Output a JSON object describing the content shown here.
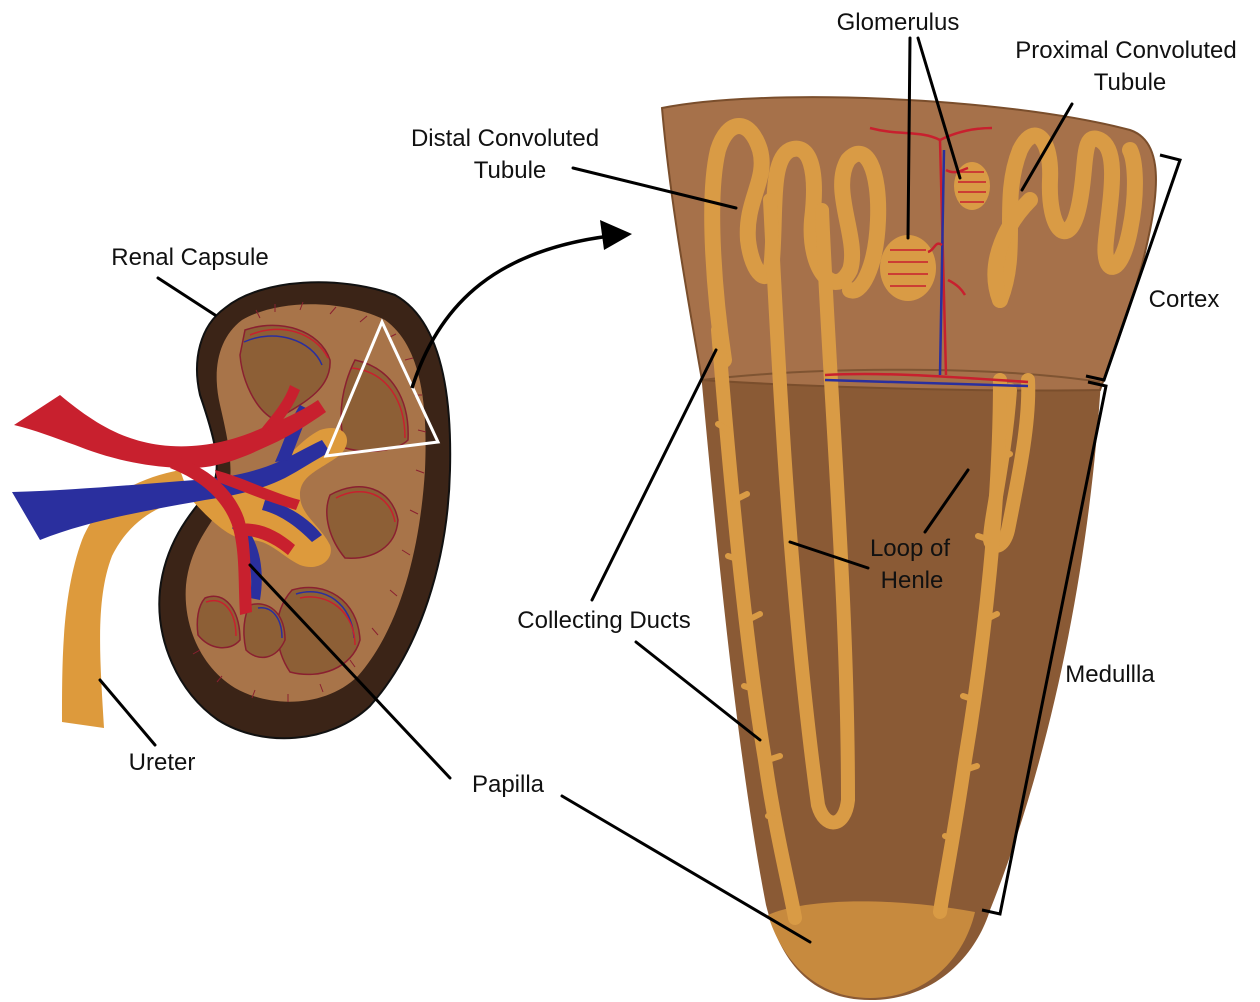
{
  "labels": {
    "glomerulus": "Glomerulus",
    "proximal_line1": "Proximal Convoluted",
    "proximal_line2": "Tubule",
    "distal_line1": "Distal Convoluted",
    "distal_line2": "Tubule",
    "renal_capsule": "Renal Capsule",
    "cortex": "Cortex",
    "loop_line1": "Loop of",
    "loop_line2": "Henle",
    "collecting_ducts": "Collecting Ducts",
    "medulla": "Medullla",
    "ureter": "Ureter",
    "papilla": "Papilla"
  },
  "colors": {
    "artery": "#c8202e",
    "vein": "#2a2f9e",
    "ureter": "#dd9a3c",
    "capsule": "#3b2417",
    "kidney_tissue": "#a87449",
    "pyramid": "#8d5f36",
    "cortex": "#a6714a",
    "medulla": "#8a5a35",
    "tubule": "#d99b45"
  }
}
